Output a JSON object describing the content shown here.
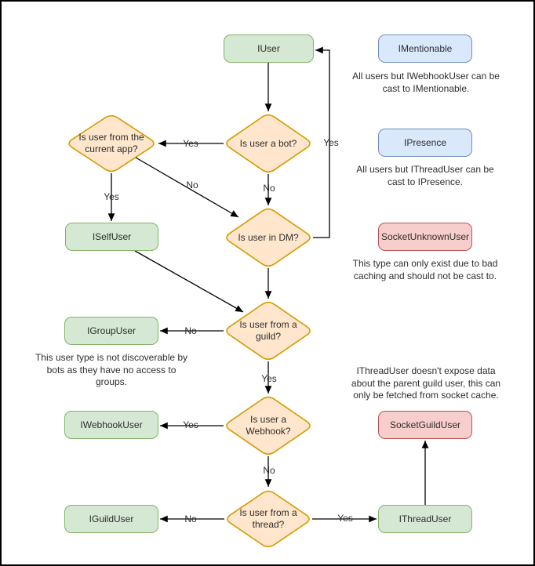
{
  "nodes": {
    "iuser": "IUser",
    "imentionable": "IMentionable",
    "ipresence": "IPresence",
    "socket_unknown_user": "SocketUnknownUser",
    "iselfuser": "ISelfUser",
    "igroupuser": "IGroupUser",
    "iwebhookuser": "IWebhookUser",
    "socket_guild_user": "SocketGuildUser",
    "iguilduser": "IGuildUser",
    "ithreaduser": "IThreadUser"
  },
  "decisions": {
    "is_bot": "Is user a bot?",
    "is_current_app": "Is user from the\ncurrent app?",
    "is_dm": "Is user in DM?",
    "is_guild": "Is user from a\nguild?",
    "is_webhook": "Is user a\nWebhook?",
    "is_thread": "Is user from a\nthread?"
  },
  "captions": {
    "mentionable_note": "All users but IWebhookUser can be\ncast to IMentionable.",
    "presence_note": "All users but IThreadUser can be\ncast to IPresence.",
    "unknown_user_note": "This type can only exist due to bad\ncaching and should not be cast to.",
    "group_user_note": "This user type is not discoverable by\nbots as they have no access to\ngroups.",
    "thread_user_note": "IThreadUser doesn't expose data\nabout the parent guild user, this can\nonly be fetched from socket cache."
  },
  "edge_labels": {
    "bot_to_app_yes": "Yes",
    "bot_down_no": "No",
    "app_down_yes": "Yes",
    "app_diag_no": "No",
    "dm_loop_yes": "Yes",
    "guild_no": "No",
    "guild_yes": "Yes",
    "webhook_yes": "Yes",
    "webhook_no": "No",
    "thread_no": "No",
    "thread_yes": "Yes"
  },
  "colors": {
    "interface_box_fill": "#d5e8d4",
    "interface_box_stroke": "#82b366",
    "info_box_fill": "#dae8fc",
    "info_box_stroke": "#6c8ebf",
    "warning_box_fill": "#f8cecc",
    "warning_box_stroke": "#b85450",
    "decision_fill": "#ffe6cc",
    "decision_stroke": "#d79b00",
    "connector": "#000000"
  }
}
